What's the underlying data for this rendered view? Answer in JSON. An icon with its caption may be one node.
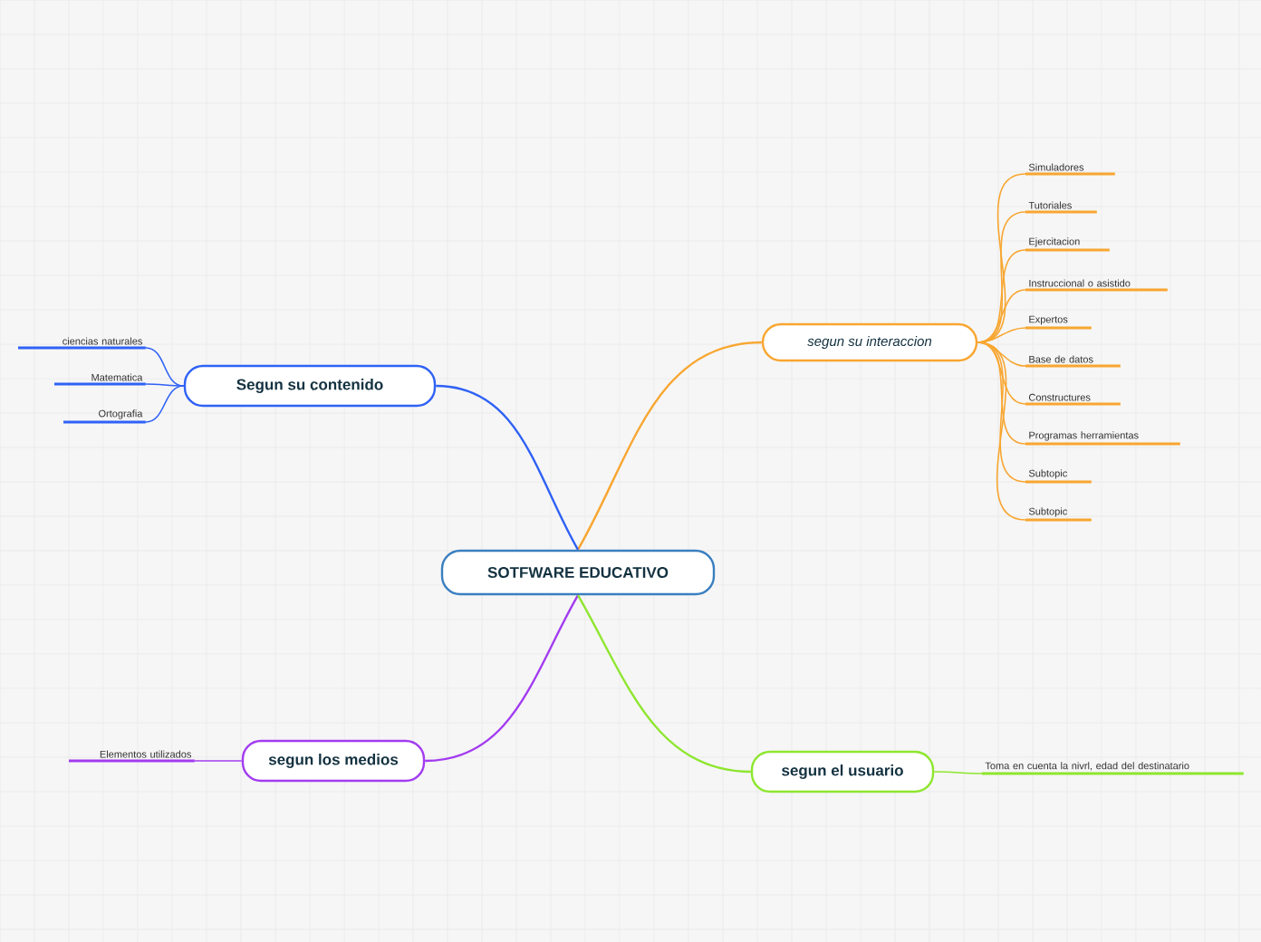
{
  "diagram": {
    "nodes": [
      {
        "text": [
          "SOTFWARE EDUCATIVO"
        ]
      },
      {
        "text": [
          "segun su interaccion"
        ]
      },
      {
        "text": [
          "Simuladores"
        ]
      },
      {
        "text": [
          "Tutoriales"
        ]
      },
      {
        "text": [
          "Ejercitacion"
        ]
      },
      {
        "text": [
          "Instruccional o asistido"
        ]
      },
      {
        "text": [
          "Expertos"
        ]
      },
      {
        "text": [
          "Base de datos"
        ]
      },
      {
        "text": [
          "Constructures"
        ]
      },
      {
        "text": [
          "Programas herramientas"
        ]
      },
      {
        "text": [
          "Subtopic"
        ]
      },
      {
        "text": [
          "Subtopic"
        ]
      },
      {
        "text": [
          "Segun su contenido"
        ]
      },
      {
        "text": [
          "ciencias naturales"
        ]
      },
      {
        "text": [
          "Matematica"
        ]
      },
      {
        "text": [
          "Ortografia"
        ]
      },
      {
        "text": [
          "segun los medios"
        ]
      },
      {
        "text": [
          "Elementos utilizados"
        ]
      },
      {
        "text": [
          "segun el usuario"
        ]
      },
      {
        "text": [
          "Toma en cuenta la nivrl, edad del destinatario"
        ]
      }
    ],
    "edges": [
      {
        "from": 0,
        "to": 1,
        "arrow": "none",
        "color": "#f8a630"
      },
      {
        "from": 1,
        "to": 2,
        "arrow": "none",
        "color": "#f8a630"
      },
      {
        "from": 1,
        "to": 3,
        "arrow": "none",
        "color": "#f8a630"
      },
      {
        "from": 1,
        "to": 4,
        "arrow": "none",
        "color": "#f8a630"
      },
      {
        "from": 1,
        "to": 5,
        "arrow": "none",
        "color": "#f8a630"
      },
      {
        "from": 1,
        "to": 6,
        "arrow": "none",
        "color": "#f8a630"
      },
      {
        "from": 1,
        "to": 7,
        "arrow": "none",
        "color": "#f8a630"
      },
      {
        "from": 1,
        "to": 8,
        "arrow": "none",
        "color": "#f8a630"
      },
      {
        "from": 1,
        "to": 9,
        "arrow": "none",
        "color": "#f8a630"
      },
      {
        "from": 1,
        "to": 10,
        "arrow": "none",
        "color": "#f8a630"
      },
      {
        "from": 1,
        "to": 11,
        "arrow": "none",
        "color": "#f8a630"
      },
      {
        "from": 0,
        "to": 12,
        "arrow": "none",
        "color": "#2f62f5"
      },
      {
        "from": 12,
        "to": 13,
        "arrow": "none",
        "color": "#2f62f5"
      },
      {
        "from": 12,
        "to": 14,
        "arrow": "none",
        "color": "#2f62f5"
      },
      {
        "from": 12,
        "to": 15,
        "arrow": "none",
        "color": "#2f62f5"
      },
      {
        "from": 0,
        "to": 16,
        "arrow": "none",
        "color": "#a33cf0"
      },
      {
        "from": 16,
        "to": 17,
        "arrow": "none",
        "color": "#a33cf0"
      },
      {
        "from": 0,
        "to": 18,
        "arrow": "none",
        "color": "#8ee62f"
      },
      {
        "from": 18,
        "to": 19,
        "arrow": "none",
        "color": "#8ee62f"
      }
    ]
  }
}
